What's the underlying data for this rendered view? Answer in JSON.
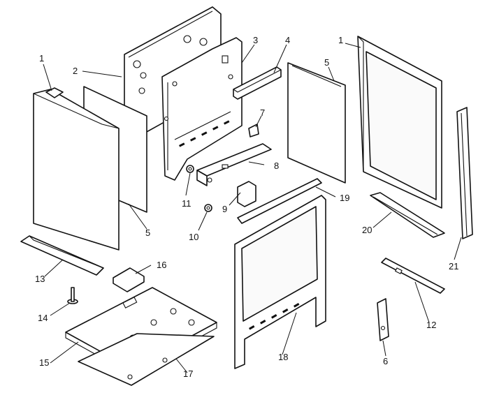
{
  "figure": {
    "title": "",
    "callouts": {
      "p1_left": "1",
      "p1_right": "1",
      "p2": "2",
      "p3": "3",
      "p4": "4",
      "p5_upper": "5",
      "p5_lower": "5",
      "p6": "6",
      "p7": "7",
      "p8": "8",
      "p9": "9",
      "p10": "10",
      "p11": "11",
      "p12": "12",
      "p13": "13",
      "p14": "14",
      "p15": "15",
      "p16": "16",
      "p17": "17",
      "p18": "18",
      "p19": "19",
      "p20": "20",
      "p21": "21"
    }
  }
}
